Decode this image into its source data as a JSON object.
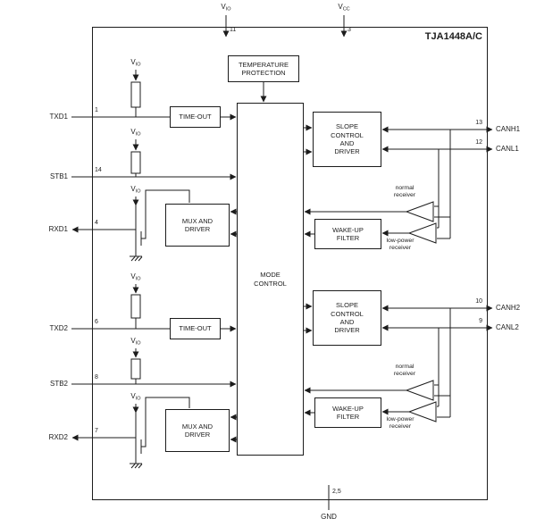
{
  "title": "TJA1448A/C",
  "supply": {
    "vio": {
      "main": "V",
      "sub": "IO",
      "pin": "11"
    },
    "vcc": {
      "main": "V",
      "sub": "CC",
      "pin": "3"
    },
    "gnd": {
      "label": "GND",
      "pin": "2,5"
    }
  },
  "rail": {
    "main": "V",
    "sub": "IO"
  },
  "pins_left": [
    {
      "name": "TXD1",
      "number": "1"
    },
    {
      "name": "STB1",
      "number": "14"
    },
    {
      "name": "RXD1",
      "number": "4"
    },
    {
      "name": "TXD2",
      "number": "6"
    },
    {
      "name": "STB2",
      "number": "8"
    },
    {
      "name": "RXD2",
      "number": "7"
    }
  ],
  "pins_right": [
    {
      "name": "CANH1",
      "number": "13"
    },
    {
      "name": "CANL1",
      "number": "12"
    },
    {
      "name": "CANH2",
      "number": "10"
    },
    {
      "name": "CANL2",
      "number": "9"
    }
  ],
  "blocks": {
    "temperature_protection": "TEMPERATURE\nPROTECTION",
    "mode_control": "MODE\nCONTROL",
    "timeout": "TIME-OUT",
    "mux_driver": "MUX AND\nDRIVER",
    "slope_driver": "SLOPE\nCONTROL\nAND\nDRIVER",
    "wakeup_filter": "WAKE-UP\nFILTER"
  },
  "captions": {
    "normal_receiver": "normal\nreceiver",
    "low_power_receiver": "low-power\nreceiver"
  }
}
